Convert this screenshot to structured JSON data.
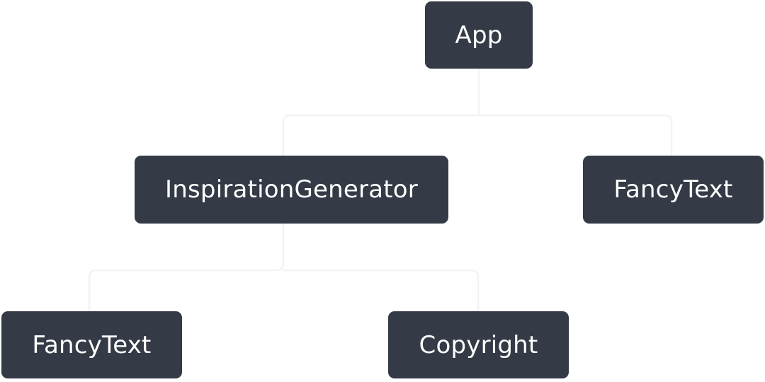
{
  "diagram": {
    "nodes": [
      {
        "id": "app",
        "label": "App"
      },
      {
        "id": "inspiration-generator",
        "label": "InspirationGenerator"
      },
      {
        "id": "fancy-text-right",
        "label": "FancyText"
      },
      {
        "id": "fancy-text-left",
        "label": "FancyText"
      },
      {
        "id": "copyright",
        "label": "Copyright"
      }
    ],
    "edges": [
      {
        "from": "app",
        "to": "inspiration-generator"
      },
      {
        "from": "app",
        "to": "fancy-text-right"
      },
      {
        "from": "inspiration-generator",
        "to": "fancy-text-left"
      },
      {
        "from": "inspiration-generator",
        "to": "copyright"
      }
    ]
  },
  "colors": {
    "node_fill": "#343a46",
    "node_text": "#ffffff",
    "connector": "#f2f3f5",
    "background": "#ffffff"
  }
}
